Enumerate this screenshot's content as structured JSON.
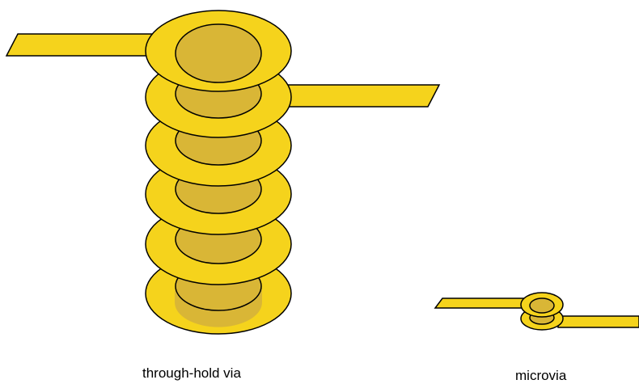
{
  "colors": {
    "pad": "#f5d31c",
    "barrel": "#d9b636",
    "outline": "#000000",
    "background": "#ffffff"
  },
  "figures": {
    "through_hole": {
      "caption": "through-hold via",
      "layers": 6
    },
    "microvia": {
      "caption": "microvia",
      "layers": 2
    }
  }
}
